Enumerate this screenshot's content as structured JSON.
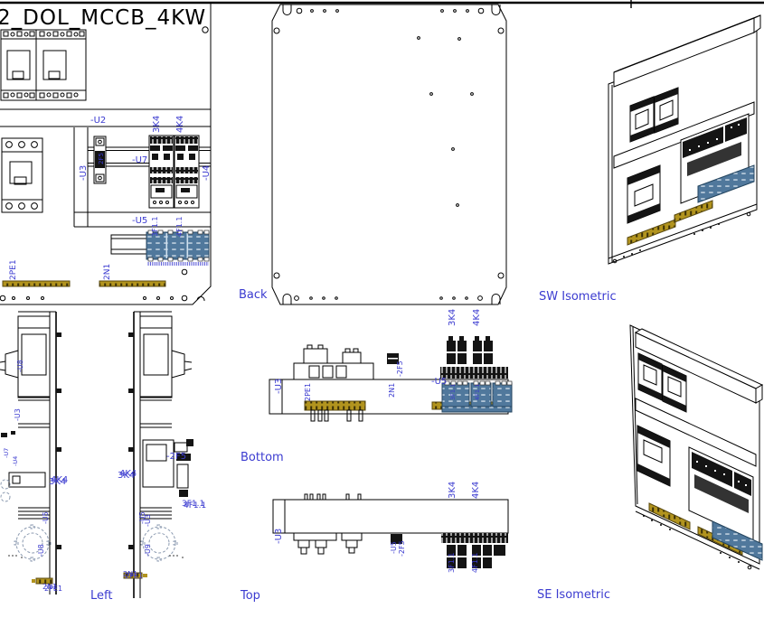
{
  "sheet": {
    "title": "2_DOL_MCCB_4KW"
  },
  "view_labels": {
    "back": "Back",
    "left": "Left",
    "bottom": "Bottom",
    "top": "Top",
    "sw_isometric": "SW Isometric",
    "se_isometric": "SE Isometric"
  },
  "device_tags": {
    "u2": "-U2",
    "u3": "-U3",
    "u4": "-U4",
    "u5": "-U5",
    "u7": "-U7",
    "u8": "-U8",
    "u9": "-U9",
    "k3": "3K4",
    "k4": "4K4",
    "f31": "3F1.1",
    "f41": "4F1.1",
    "f5_front": "2F5",
    "f5": "-2F5",
    "pe": "2PE1",
    "n1": "2N1"
  },
  "colors": {
    "background": "#ffffff",
    "line": "#000000",
    "label_blue": "#3b3bd0",
    "terminal_block_blue": "#50789c",
    "terminal_strip_yellow": "#b2941e",
    "duct_gray": "#8b9ab0"
  }
}
